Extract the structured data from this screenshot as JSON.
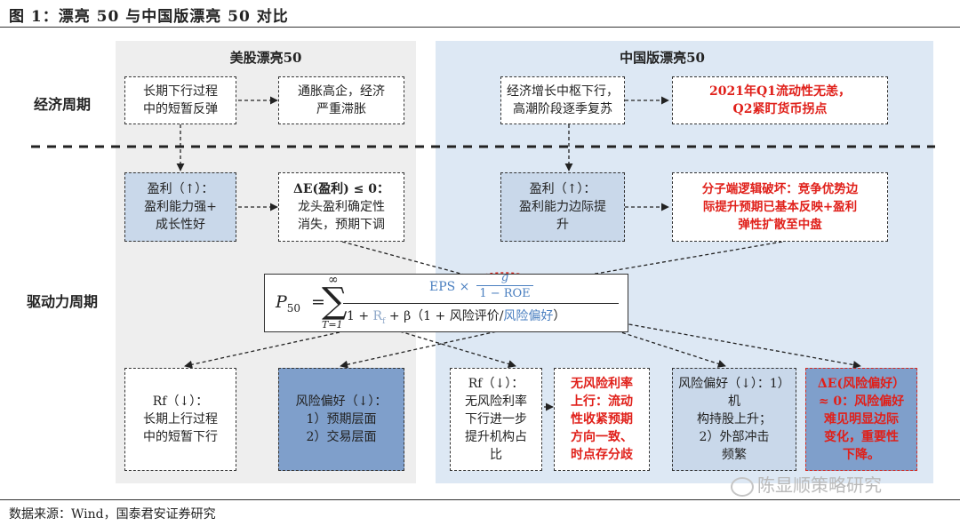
{
  "title": "图 1：漂亮 50 与中国版漂亮 50 对比",
  "panels": {
    "left": "美股漂亮50",
    "right": "中国版漂亮50"
  },
  "rows": {
    "economic_cycle": "经济周期",
    "driver_cycle": "驱动力周期"
  },
  "left_boxes": {
    "econ_rebound": [
      "长期下行过程",
      "中的短暂反弹"
    ],
    "econ_stagflation": [
      "通胀高企，经济",
      "严重滞胀"
    ],
    "earnings_up": [
      "盈利（↑）：",
      "盈利能力强+",
      "成长性好"
    ],
    "earnings_delta": [
      "ΔE(盈利) ≤ 0：",
      "龙头盈利确定性",
      "消失，预期下调"
    ],
    "rf_down": [
      "Rf（↓）：",
      "长期上行过程",
      "中的短暂下行"
    ],
    "risk_pref_down": [
      "风险偏好（↓）：",
      "1）预期层面",
      "2）交易层面"
    ]
  },
  "right_boxes": {
    "econ_center_down": [
      "经济增长中枢下行，",
      "高潮阶段逐季复苏"
    ],
    "econ_liquidity": [
      "2021年Q1流动性无恙，",
      "Q2紧盯货币拐点"
    ],
    "earnings_margin": [
      "盈利（↑）：",
      "盈利能力边际提",
      "升"
    ],
    "numerator_break": [
      "分子端逻辑破坏：竞争优势边",
      "际提升预期已基本反映+盈利",
      "弹性扩散至中盘"
    ],
    "rf_down": [
      "Rf（↓）：",
      "无风险利率",
      "下行进一步",
      "提升机构占",
      "比"
    ],
    "rf_red": [
      "无风险利率",
      "上行：流动",
      "性收紧预期",
      "方向一致、",
      "时点存分歧"
    ],
    "risk_pref_inst": [
      "风险偏好（↓）：1）机",
      "构持股上升；",
      "2）外部冲击",
      "频繁"
    ],
    "risk_pref_delta": [
      "ΔE(风险偏好）",
      "≈ 0：风险偏好",
      "难见明显边际",
      "变化，重要性",
      "下降。"
    ]
  },
  "formula": {
    "lhs": "P",
    "lhs_sub": "50",
    "eq": "=",
    "sum_top": "∞",
    "sum_bottom": "T=1",
    "numerator_eps": "EPS ×",
    "g_num": "g",
    "g_den": "1 − ROE",
    "den_1": "1 + ",
    "rf": "R",
    "rf_sub": "f",
    "den_beta": " + β（1 + 风险评价/",
    "risk_pref": "风险偏好",
    "den_close": "）"
  },
  "source": "数据来源：Wind，国泰君安证券研究",
  "watermark": "陈显顺策略研究",
  "colors": {
    "red": "#e0201a",
    "panel_left": "#eeeeee",
    "panel_right": "#dde8f4",
    "box_blue": "#c9d8ea",
    "box_dark": "#7f9fcb",
    "formula_blue": "#4a7fc0"
  }
}
